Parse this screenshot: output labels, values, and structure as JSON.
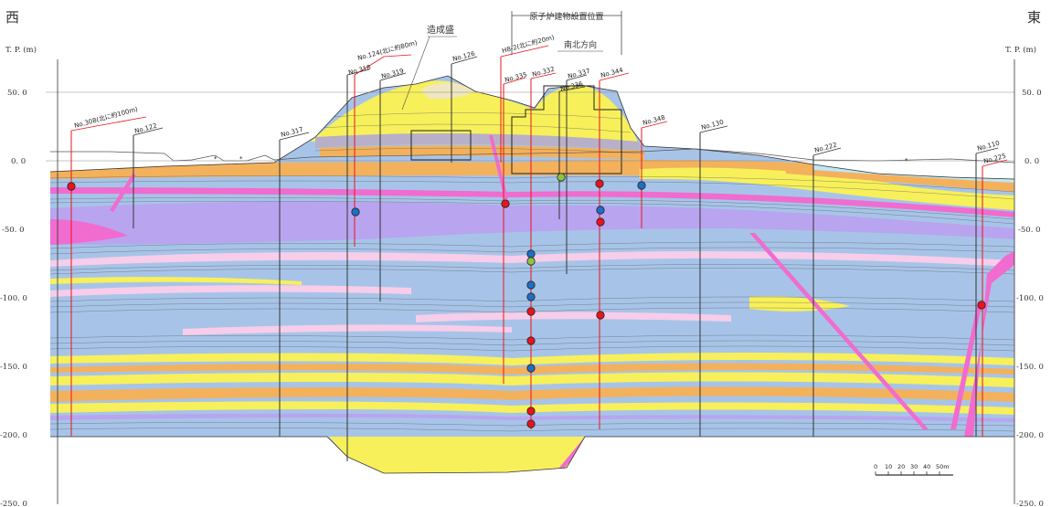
{
  "header": {
    "west": "西",
    "east": "東",
    "axis_unit_left": "T. P.  (m)",
    "axis_unit_right": "T. P.  (m)",
    "reactor_label": "原子炉建物設置位置",
    "ns_label": "南北方向",
    "fill_label": "造成盛"
  },
  "axis": {
    "ticks": [
      "50. 0",
      "0. 0",
      "-50. 0",
      "-100. 0",
      "-150. 0",
      "-200. 0",
      "-250. 0"
    ]
  },
  "boreholes": [
    {
      "label": "No.308(北に約100m)"
    },
    {
      "label": "No.122"
    },
    {
      "label": "No.317"
    },
    {
      "label": "No.318"
    },
    {
      "label": "No.124(北に約80m)"
    },
    {
      "label": "No.319"
    },
    {
      "label": "No.126"
    },
    {
      "label": "No.335"
    },
    {
      "label": "H8-2(北に約20m)"
    },
    {
      "label": "No.332"
    },
    {
      "label": "No.336"
    },
    {
      "label": "No.337"
    },
    {
      "label": "No.344"
    },
    {
      "label": "No.348"
    },
    {
      "label": "No.130"
    },
    {
      "label": "No.222"
    },
    {
      "label": "No.110"
    },
    {
      "label": "No.225"
    }
  ],
  "markers": {
    "red_color": "#e8141d",
    "blue_color": "#1e6fc4",
    "green_color": "#8cc63f"
  },
  "scale_bar": {
    "ticks": [
      "0",
      "10",
      "20",
      "30",
      "40",
      "50m"
    ]
  },
  "colors": {
    "yellow": "#f7f05a",
    "orange": "#f3b15c",
    "blue": "#a7c4e8",
    "lavender": "#b9a4ef",
    "pink": "#f06ccf",
    "light_pink": "#f7cdea",
    "beige": "#efe7bf",
    "light_blue": "#bfe6f5"
  }
}
